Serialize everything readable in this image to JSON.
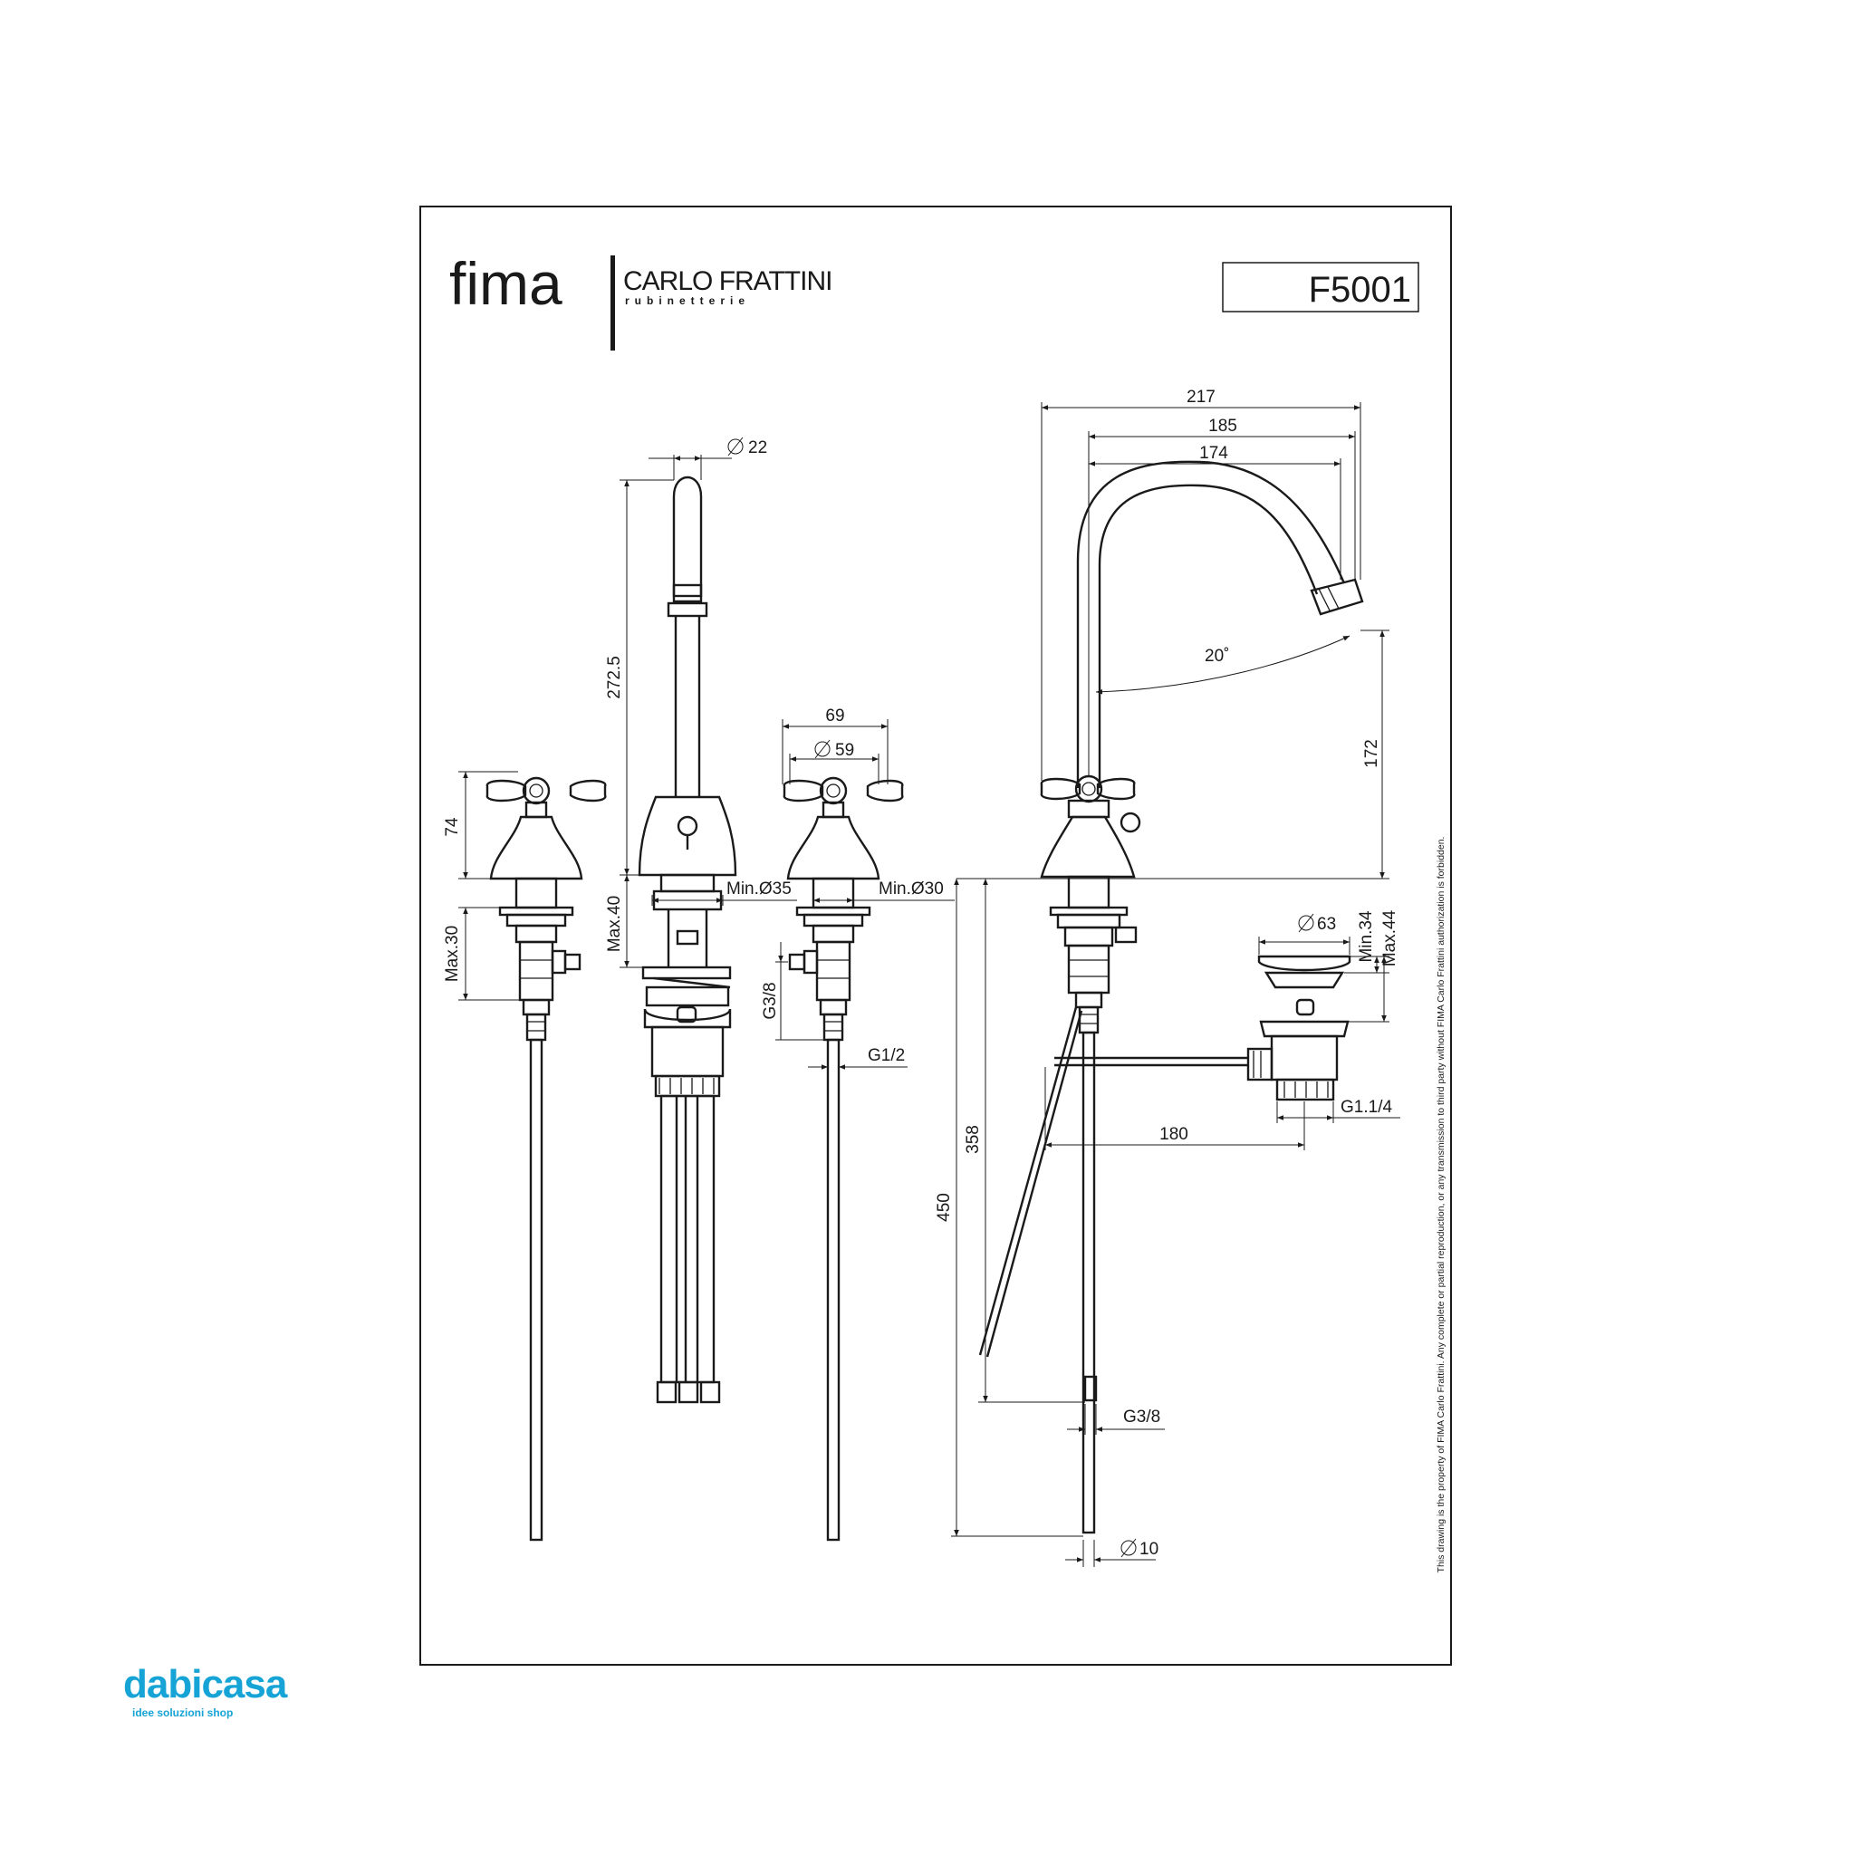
{
  "brand": {
    "name": "fima",
    "company": "CARLO FRATTINI",
    "tagline": "rubinetterie"
  },
  "product_code": "F5001",
  "dimensions": {
    "d22": "22",
    "h272_5": "272.5",
    "h74": "74",
    "max30": "Max.30",
    "max40": "Max.40",
    "min35": "Min.Ø35",
    "w69": "69",
    "d59": "59",
    "min30": "Min.Ø30",
    "g3_8_a": "G3/8",
    "g1_2": "G1/2",
    "w217": "217",
    "w185": "185",
    "w174": "174",
    "angle20": "20˚",
    "h172": "172",
    "d63": "63",
    "min34": "Min.34",
    "max44": "Max.44",
    "g1_1_4": "G1.1/4",
    "w180": "180",
    "h358": "358",
    "h450": "450",
    "g3_8_b": "G3/8",
    "d10": "10"
  },
  "copyright_note": "This drawing is the property of FIMA Carlo Frattini. Any complete or partial reproduction, or any transmission to third party without FIMA Carlo Frattini authorization is forbidden.",
  "shop_logo": {
    "name": "dabicasa",
    "tagline": "idee  soluzioni shop",
    "color": "#16a3d6"
  }
}
